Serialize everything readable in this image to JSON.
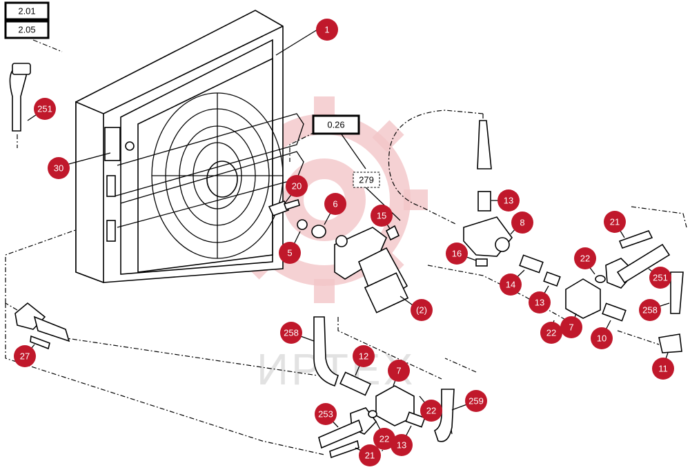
{
  "watermark": {
    "text": "ИРТЕХ"
  },
  "references": {
    "top_a": "2.01",
    "top_b": "2.05",
    "middle": "0.26",
    "sub": "279"
  },
  "callouts": {
    "c1": "1",
    "c251a": "251",
    "c30": "30",
    "c20": "20",
    "c6": "6",
    "c5": "5",
    "c15": "15",
    "c2": "(2)",
    "c13a": "13",
    "c8": "8",
    "c16": "16",
    "c14": "14",
    "c13b": "13",
    "c22a": "22",
    "c7a": "7",
    "c22b": "22",
    "c21a": "21",
    "c251b": "251",
    "c258a": "258",
    "c10": "10",
    "c11": "11",
    "c27": "27",
    "c258b": "258",
    "c12": "12",
    "c7b": "7",
    "c22c": "22",
    "c259": "259",
    "c253": "253",
    "c22d": "22",
    "c13c": "13",
    "c21b": "21"
  },
  "colors": {
    "callout": "#c0182b",
    "line": "#000000",
    "watermark": "#f3c6c8"
  }
}
